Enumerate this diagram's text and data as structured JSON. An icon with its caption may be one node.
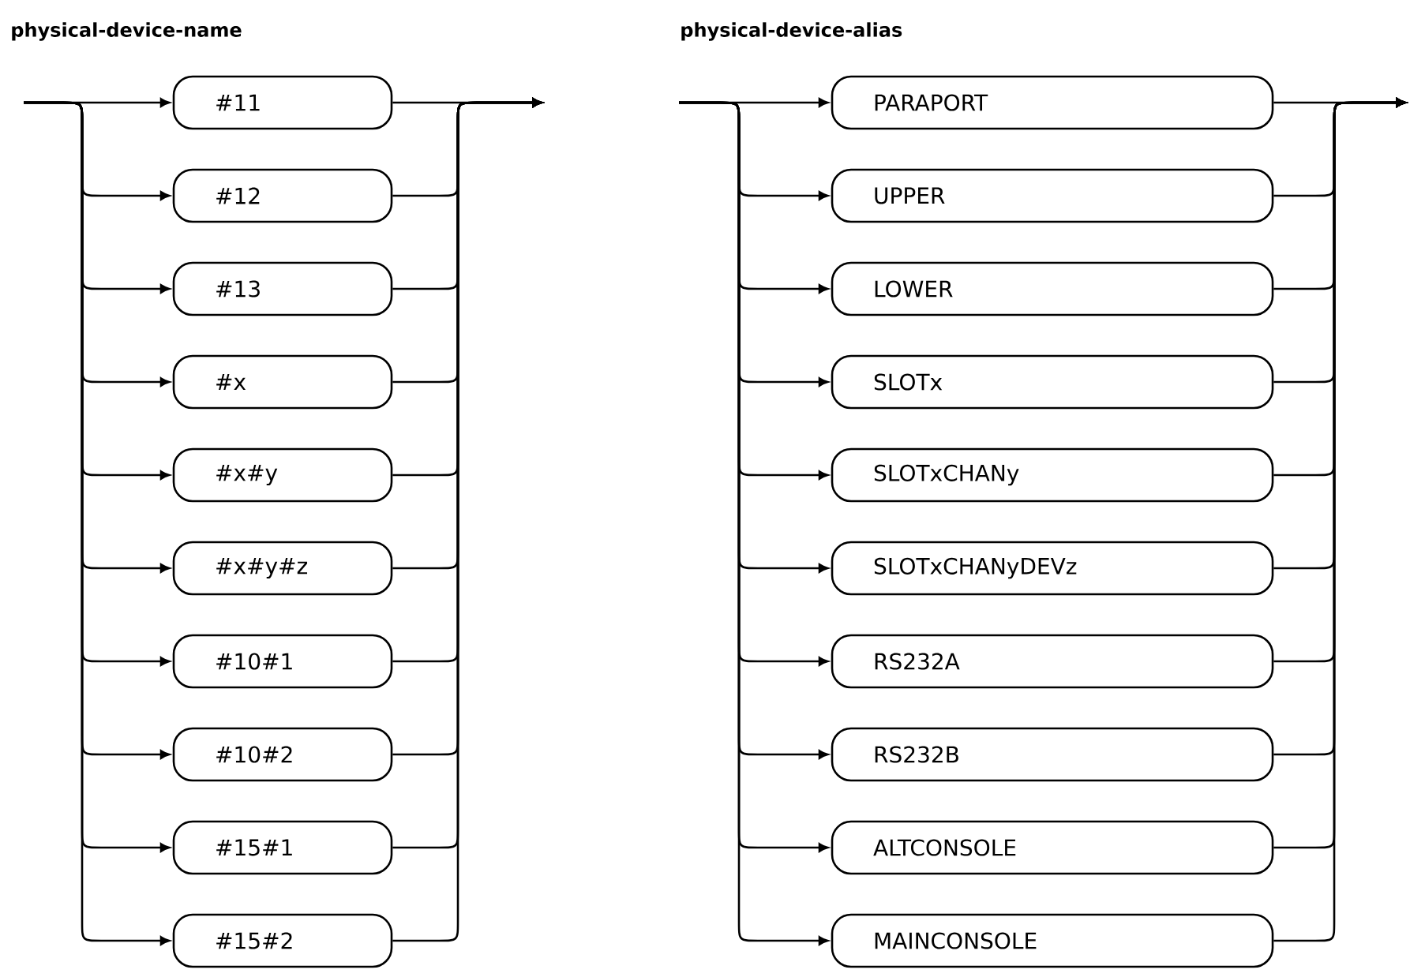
{
  "diagram": {
    "nodes": [
      {
        "text": [
          "#11"
        ]
      },
      {
        "text": [
          "#12"
        ]
      },
      {
        "text": [
          "#13"
        ]
      },
      {
        "text": [
          "#x"
        ]
      },
      {
        "text": [
          "#x#y"
        ]
      },
      {
        "text": [
          "#x#y#z"
        ]
      },
      {
        "text": [
          "#10#1"
        ]
      },
      {
        "text": [
          "#10#2"
        ]
      },
      {
        "text": [
          "#15#1"
        ]
      },
      {
        "text": [
          "#15#2"
        ]
      },
      {
        "text": [
          "PARAPORT"
        ]
      },
      {
        "text": [
          "UPPER"
        ]
      },
      {
        "text": [
          "LOWER"
        ]
      },
      {
        "text": [
          "SLOTx"
        ]
      },
      {
        "text": [
          "SLOTxCHANy"
        ]
      },
      {
        "text": [
          "SLOTxCHANyDEVz"
        ]
      },
      {
        "text": [
          "RS232A"
        ]
      },
      {
        "text": [
          "RS232B"
        ]
      },
      {
        "text": [
          "ALTCONSOLE"
        ]
      },
      {
        "text": [
          "MAINCONSOLE"
        ]
      }
    ],
    "edges": [
      {
        "from": null,
        "to": 0,
        "arrow": "to"
      },
      {
        "from": null,
        "to": 1,
        "arrow": "to"
      },
      {
        "from": null,
        "to": 2,
        "arrow": "to"
      },
      {
        "from": null,
        "to": 3,
        "arrow": "to"
      },
      {
        "from": null,
        "to": 4,
        "arrow": "to"
      },
      {
        "from": null,
        "to": 5,
        "arrow": "to"
      },
      {
        "from": null,
        "to": 6,
        "arrow": "to"
      },
      {
        "from": null,
        "to": 7,
        "arrow": "to"
      },
      {
        "from": null,
        "to": 8,
        "arrow": "to"
      },
      {
        "from": null,
        "to": 9,
        "arrow": "to"
      },
      {
        "from": 0,
        "to": null,
        "arrow": "to"
      },
      {
        "from": 1,
        "to": null,
        "arrow": "to"
      },
      {
        "from": 2,
        "to": null,
        "arrow": "to"
      },
      {
        "from": 3,
        "to": null,
        "arrow": "to"
      },
      {
        "from": 4,
        "to": null,
        "arrow": "to"
      },
      {
        "from": 5,
        "to": null,
        "arrow": "to"
      },
      {
        "from": 6,
        "to": null,
        "arrow": "to"
      },
      {
        "from": 7,
        "to": null,
        "arrow": "to"
      },
      {
        "from": 8,
        "to": null,
        "arrow": "to"
      },
      {
        "from": 9,
        "to": null,
        "arrow": "to"
      },
      {
        "from": null,
        "to": 10,
        "arrow": "to"
      },
      {
        "from": null,
        "to": 11,
        "arrow": "to"
      },
      {
        "from": null,
        "to": 12,
        "arrow": "to"
      },
      {
        "from": null,
        "to": 13,
        "arrow": "to"
      },
      {
        "from": null,
        "to": 14,
        "arrow": "to"
      },
      {
        "from": null,
        "to": 15,
        "arrow": "to"
      },
      {
        "from": null,
        "to": 16,
        "arrow": "to"
      },
      {
        "from": null,
        "to": 17,
        "arrow": "to"
      },
      {
        "from": null,
        "to": 18,
        "arrow": "to"
      },
      {
        "from": null,
        "to": 19,
        "arrow": "to"
      },
      {
        "from": 10,
        "to": null,
        "arrow": "to"
      },
      {
        "from": 11,
        "to": null,
        "arrow": "to"
      },
      {
        "from": 12,
        "to": null,
        "arrow": "to"
      },
      {
        "from": 13,
        "to": null,
        "arrow": "to"
      },
      {
        "from": 14,
        "to": null,
        "arrow": "to"
      },
      {
        "from": 15,
        "to": null,
        "arrow": "to"
      },
      {
        "from": 16,
        "to": null,
        "arrow": "to"
      },
      {
        "from": 17,
        "to": null,
        "arrow": "to"
      },
      {
        "from": 18,
        "to": null,
        "arrow": "to"
      },
      {
        "from": 19,
        "to": null,
        "arrow": "to"
      }
    ],
    "labels": [
      "physical-device-name",
      "physical-device-alias"
    ]
  }
}
